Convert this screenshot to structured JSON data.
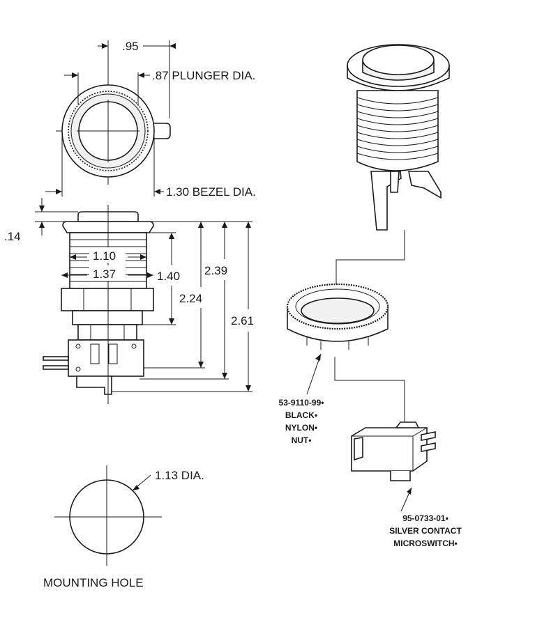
{
  "dimensions": {
    "housing_width": ".95",
    "plunger_dia": ".87 PLUNGER DIA.",
    "bezel_dia": "1.30 BEZEL DIA.",
    "bezel_thickness": ".14",
    "inner_width": "1.10",
    "nut_width": "1.37",
    "body_height": "1.40",
    "height_224": "2.24",
    "height_239": "2.39",
    "height_261": "2.61",
    "mounting_hole_dia": "1.13 DIA."
  },
  "labels": {
    "mounting_hole": "MOUNTING HOLE",
    "nut_part_no": "53-9110-99•",
    "nut_color": "BLACK•",
    "nut_material": "NYLON•",
    "nut_name": "NUT•",
    "switch_part_no": "95-0733-01•",
    "switch_desc": "SILVER CONTACT",
    "switch_name": "MICROSWITCH•"
  }
}
